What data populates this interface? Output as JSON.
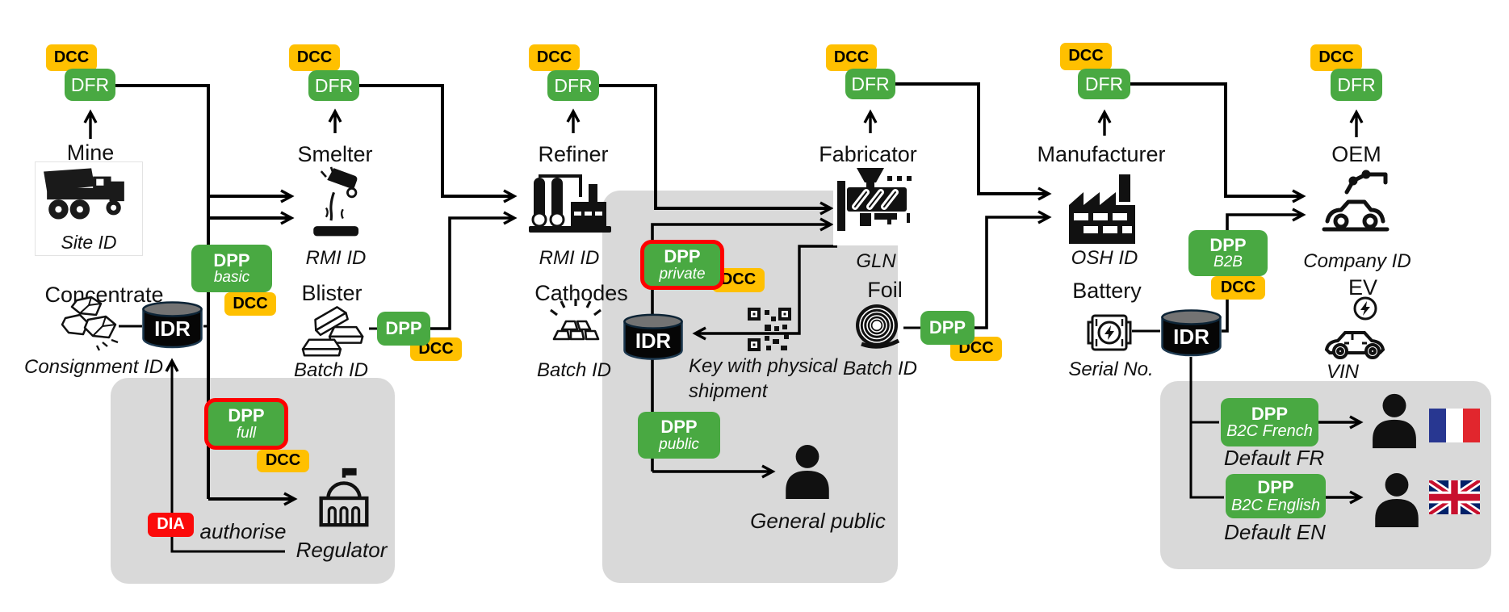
{
  "diagram": {
    "badge_labels": {
      "dcc": "DCC",
      "dfr": "DFR",
      "dpp": "DPP",
      "idr": "IDR",
      "dia": "DIA"
    },
    "dpp_variants": {
      "basic": "basic",
      "full": "full",
      "private": "private",
      "public": "public",
      "b2b": "B2B",
      "b2c_french": "B2C French",
      "b2c_english": "B2C English"
    },
    "stages": {
      "mine": {
        "name": "Mine",
        "id_label": "Site ID"
      },
      "smelter": {
        "name": "Smelter",
        "id_label": "RMI ID"
      },
      "refiner": {
        "name": "Refiner",
        "id_label": "RMI ID"
      },
      "fabricator": {
        "name": "Fabricator",
        "id_label": "GLN"
      },
      "manufacturer": {
        "name": "Manufacturer",
        "id_label": "OSH ID"
      },
      "oem": {
        "name": "OEM",
        "id_label": "Company ID"
      }
    },
    "products": {
      "concentrate": {
        "name": "Concentrate",
        "id_label": "Consignment ID"
      },
      "blister": {
        "name": "Blister",
        "id_label": "Batch ID"
      },
      "cathodes": {
        "name": "Cathodes",
        "id_label": "Batch ID"
      },
      "foil": {
        "name": "Foil",
        "id_label": "Batch ID"
      },
      "battery": {
        "name": "Battery",
        "id_label": "Serial No."
      },
      "ev": {
        "name": "EV",
        "id_label": "VIN"
      }
    },
    "annotations": {
      "authorise": "authorise",
      "regulator": "Regulator",
      "key_shipment": "Key with physical shipment",
      "general_public": "General public",
      "default_fr": "Default FR",
      "default_en": "Default EN"
    },
    "colors": {
      "green": "#49a942",
      "orange": "#ffc000",
      "red": "#fe0000",
      "zone_gray": "#d9d9d9"
    }
  }
}
